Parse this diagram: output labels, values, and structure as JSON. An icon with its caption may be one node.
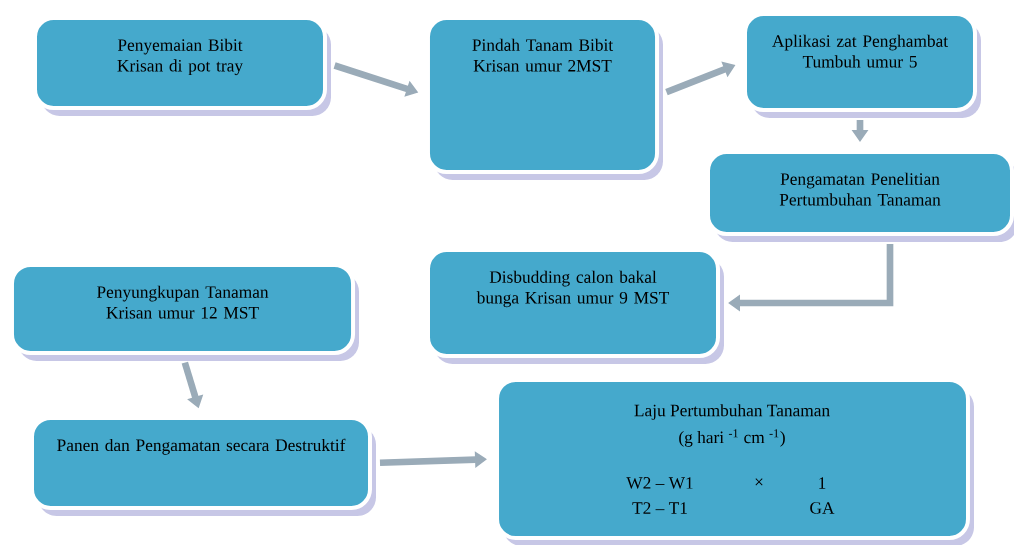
{
  "diagram": {
    "nodes": [
      {
        "text": [
          "Penyemaian Bibit Krisan di pot tray"
        ]
      },
      {
        "text": [
          "Pindah Tanam Bibit Krisan umur 2MST"
        ]
      },
      {
        "text": [
          "Aplikasi zat Penghambat Tumbuh umur 5"
        ]
      },
      {
        "text": [
          "Pengamatan Penelitian Pertumbuhan Tanaman"
        ]
      },
      {
        "text": [
          "Disbudding calon bakal bunga Krisan umur 9 MST"
        ]
      },
      {
        "text": [
          "Penyungkupan Tanaman Krisan umur 12 MST"
        ]
      },
      {
        "text": [
          "Panen dan Pengamatan secara Destruktif"
        ]
      },
      {
        "text": [
          "Laju Pertumbuhan Tanaman",
          "(g hari $^{-1}$ cm $^{-1}$)",
          "W2 – W1",
          "×",
          "1",
          "T2 – T1",
          "GA"
        ]
      }
    ],
    "edges": [
      {
        "from": 0,
        "to": 1,
        "arrow": "to"
      },
      {
        "from": 1,
        "to": 2,
        "arrow": "to"
      },
      {
        "from": 2,
        "to": 3,
        "arrow": "to"
      },
      {
        "from": 3,
        "to": 4,
        "arrow": "to"
      },
      {
        "from": 5,
        "to": 6,
        "arrow": "to"
      },
      {
        "from": 6,
        "to": 7,
        "arrow": "to"
      }
    ]
  }
}
